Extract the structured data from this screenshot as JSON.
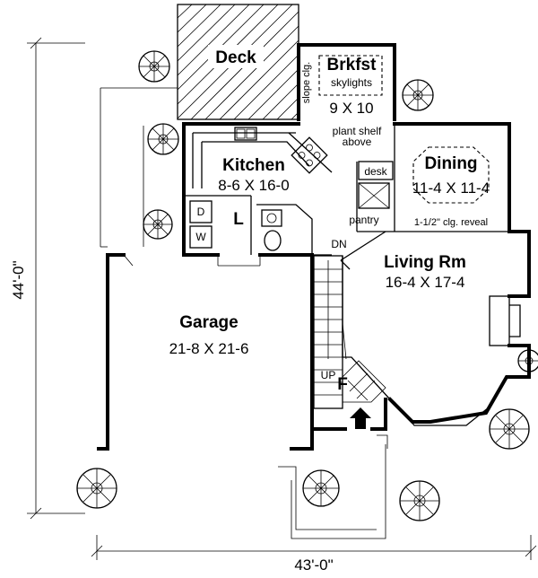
{
  "rooms": {
    "deck": {
      "name": "Deck"
    },
    "breakfast": {
      "name": "Brkfst",
      "note": "skylights",
      "dims": "9 X 10",
      "ceiling_note": "slope clg."
    },
    "plant_shelf": {
      "line1": "plant shelf",
      "line2": "above"
    },
    "kitchen": {
      "name": "Kitchen",
      "dims": "8-6 X 16-0"
    },
    "dining": {
      "name": "Dining",
      "dims": "11-4 X 11-4",
      "note": "1-1/2\" clg. reveal"
    },
    "desk": {
      "name": "desk"
    },
    "pantry": {
      "name": "pantry"
    },
    "laundry": {
      "name": "L",
      "dryer": "D",
      "washer": "W"
    },
    "living": {
      "name": "Living Rm",
      "dims": "16-4 X 17-4"
    },
    "garage": {
      "name": "Garage",
      "dims": "21-8 X 21-6"
    },
    "foyer": {
      "name": "F"
    }
  },
  "stairs": {
    "down": "DN",
    "up": "UP"
  },
  "dimensions": {
    "depth": "44'-0\"",
    "width": "43'-0\""
  }
}
